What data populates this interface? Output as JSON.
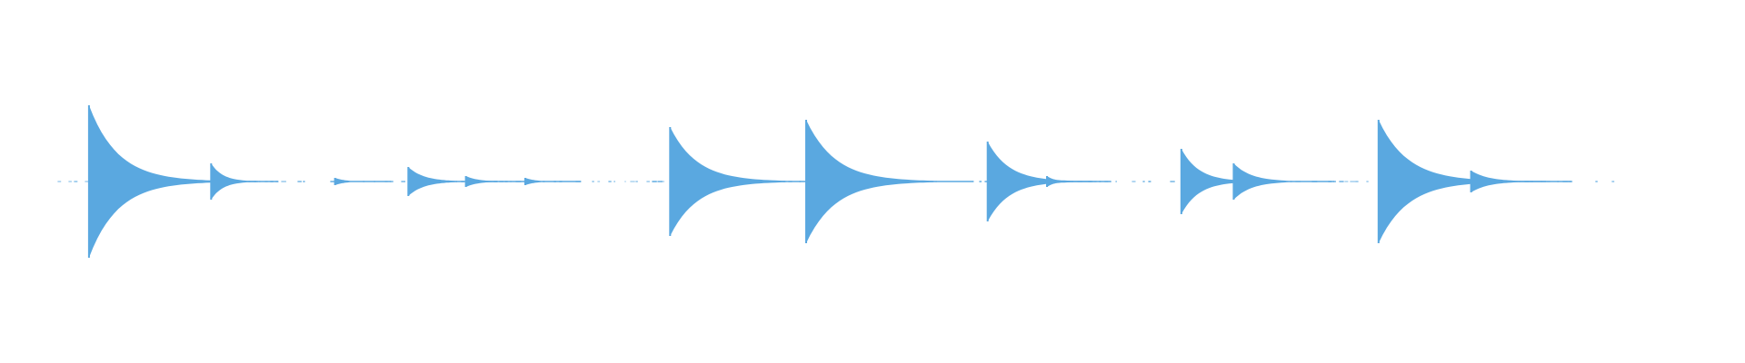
{
  "waveform": {
    "color": "#5aa8e0",
    "background": "#ffffff",
    "baseline_style": "dotted",
    "duration_fraction_start": 0.033,
    "duration_fraction_end": 0.926,
    "transients": [
      {
        "position": 0.051,
        "amplitude": 0.42,
        "decay": 0.03
      },
      {
        "position": 0.121,
        "amplitude": 0.1,
        "decay": 0.012
      },
      {
        "position": 0.192,
        "amplitude": 0.02,
        "decay": 0.01
      },
      {
        "position": 0.234,
        "amplitude": 0.08,
        "decay": 0.016
      },
      {
        "position": 0.267,
        "amplitude": 0.03,
        "decay": 0.012
      },
      {
        "position": 0.301,
        "amplitude": 0.02,
        "decay": 0.01
      },
      {
        "position": 0.384,
        "amplitude": 0.3,
        "decay": 0.028
      },
      {
        "position": 0.462,
        "amplitude": 0.34,
        "decay": 0.03
      },
      {
        "position": 0.566,
        "amplitude": 0.22,
        "decay": 0.022
      },
      {
        "position": 0.6,
        "amplitude": 0.03,
        "decay": 0.008
      },
      {
        "position": 0.677,
        "amplitude": 0.18,
        "decay": 0.018
      },
      {
        "position": 0.707,
        "amplitude": 0.1,
        "decay": 0.018
      },
      {
        "position": 0.79,
        "amplitude": 0.34,
        "decay": 0.03
      },
      {
        "position": 0.843,
        "amplitude": 0.06,
        "decay": 0.018
      }
    ]
  }
}
